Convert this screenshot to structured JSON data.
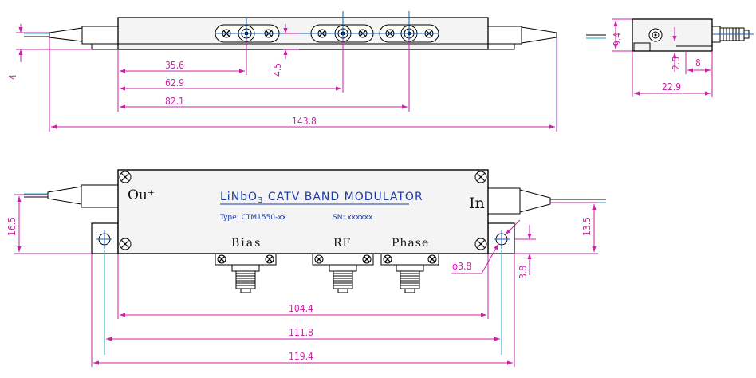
{
  "colors": {
    "dimension": "#cc22aa",
    "outline": "#000000",
    "label_blue": "#1a3aa8",
    "centerline_blue": "#1060c0",
    "fiber_cyan": "#18a8b8",
    "fill_gray": "#f4f4f4"
  },
  "top_view": {
    "dims": {
      "d1": "35.6",
      "d2": "62.9",
      "d3": "82.1",
      "d4": "143.8",
      "d5": "4.5",
      "d6": "4"
    }
  },
  "side_view": {
    "dims": {
      "d1": "9.4",
      "d2": "2.5",
      "d3": "8",
      "d4": "22.9"
    }
  },
  "front_view": {
    "port_out": "Ou⁺",
    "port_in": "In",
    "title_pre": "LiNbO",
    "title_sub": "3",
    "title_post": " CATV BAND MODULATOR",
    "type_line": "Type: CTM1550-xx",
    "sn_line": "SN: xxxxxx",
    "connectors": [
      "Bias",
      "RF",
      "Phase"
    ],
    "dims": {
      "d1": "104.4",
      "d2": "111.8",
      "d3": "119.4",
      "d4": "16.5",
      "d5": "13.5",
      "d6": "3.8",
      "hole": "ϕ3.8"
    }
  }
}
